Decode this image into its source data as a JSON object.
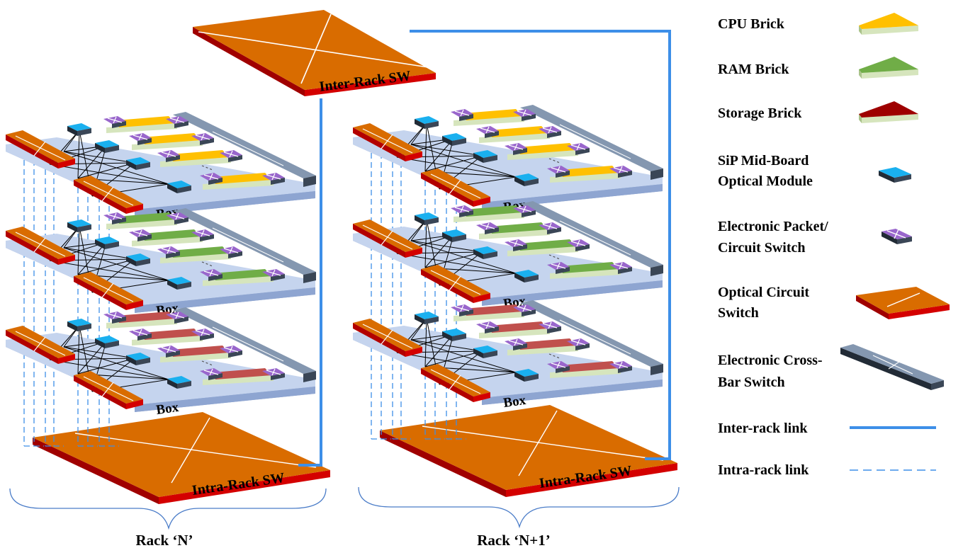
{
  "colors": {
    "cpu": "#ffc000",
    "ram": "#70ad47",
    "storage": "#c0504d",
    "storage_legend": "#9e0000",
    "sip_module": "#1ab0ef",
    "packet_switch": "#9966cc",
    "optical_switch": "#d96c00",
    "optical_edge": "#d40000",
    "crossbar": "#8497b0",
    "board": "#c5d4ee",
    "board_side": "#8ea5d1",
    "module_base": "#d6e5bd",
    "dark_side": "#3a4656",
    "link": "#3d8fe8"
  },
  "labels": {
    "inter_rack_sw": "Inter-Rack SW",
    "intra_rack_sw": "Intra-Rack SW",
    "box": "Box",
    "rack_n": "Rack ‘N’",
    "rack_n1": "Rack ‘N+1’"
  },
  "legend": {
    "cpu_brick": "CPU Brick",
    "ram_brick": "RAM Brick",
    "storage_brick": "Storage Brick",
    "sip_line1": "SiP Mid-Board",
    "sip_line2": "Optical Module",
    "packet_line1": "Electronic Packet/",
    "packet_line2": "Circuit Switch",
    "optical_line1": "Optical Circuit",
    "optical_line2": "Switch",
    "crossbar_line1": "Electronic Cross-",
    "crossbar_line2": "Bar Switch",
    "inter_link": "Inter-rack link",
    "intra_link": "Intra-rack link"
  }
}
